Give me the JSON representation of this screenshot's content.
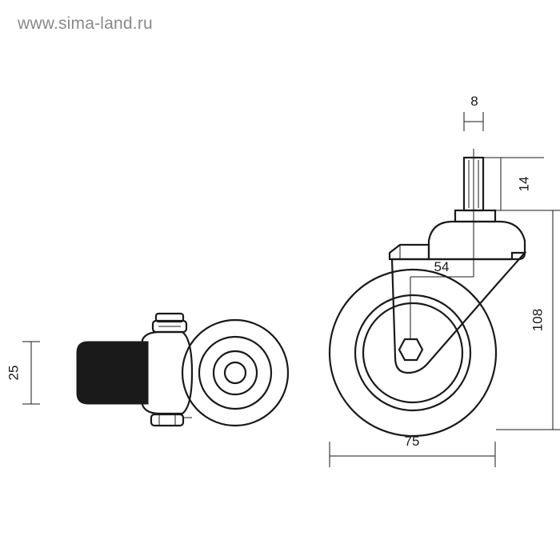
{
  "watermark": "www.sima-land.ru",
  "dimensions": {
    "stem_diameter": "8",
    "stem_height": "14",
    "offset": "54",
    "total_height": "108",
    "wheel_diameter": "75",
    "wheel_width": "25"
  },
  "colors": {
    "line": "#1a1a1a",
    "tread": "#1a1a1a",
    "watermark": "#8a8a8a"
  }
}
